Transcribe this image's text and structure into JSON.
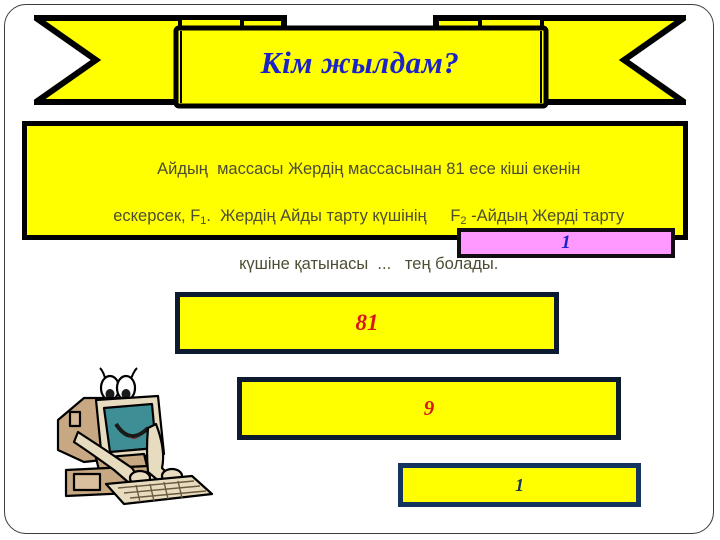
{
  "slide": {
    "title": "Кім жылдам?",
    "language": "kk",
    "background_color": "#ffffff",
    "frame_color": "#3c3c3c"
  },
  "banner": {
    "title": "Кім жылдам?",
    "ribbon_fill": "#ffff00",
    "ribbon_stroke": "#000000",
    "title_color": "#1a22c8"
  },
  "question": {
    "line1": "Айдың  массасы Жердің массасынан 81 есе кіші екенін",
    "line2_a": "ескерсек, F",
    "line2_sub_a": "1",
    "line2_b": ".  Жердің Айды тарту күшінің",
    "line2_c": "F",
    "line2_sub_b": "2",
    "line2_d": "-Айдың Жерді тарту",
    "line3": "күшіне қатынасы  ...   тең болады.",
    "full_text": "Айдың  массасы Жердің массасынан 81 есе кіші екенін ескерсек, F1 .  Жердің Айды тарту күшінің   F2 -Айдың Жерді тарту күшіне қатынасы  ...   тең болады.",
    "box_fill": "#ffff00",
    "box_stroke": "#000000",
    "text_color": "#4d4d33"
  },
  "options": [
    {
      "id": "opt-1",
      "label": "1",
      "fill": "#ff99ff",
      "stroke": "#120c12",
      "text_color": "#1a22c8"
    },
    {
      "id": "opt-2",
      "label": "81",
      "fill": "#ffff00",
      "stroke": "#0d1b30",
      "text_color": "#d61818"
    },
    {
      "id": "opt-3",
      "label": "9",
      "fill": "#ffff00",
      "stroke": "#0d1b30",
      "text_color": "#d61818"
    },
    {
      "id": "opt-4",
      "label": "1",
      "fill": "#ffff00",
      "stroke": "#13355e",
      "text_color": "#13355e"
    }
  ],
  "mascot": {
    "name": "cartoon-computer-typing",
    "screen_color": "#3d8f95",
    "body_color": "#c8a882",
    "highlight_color": "#e8dcc0"
  }
}
